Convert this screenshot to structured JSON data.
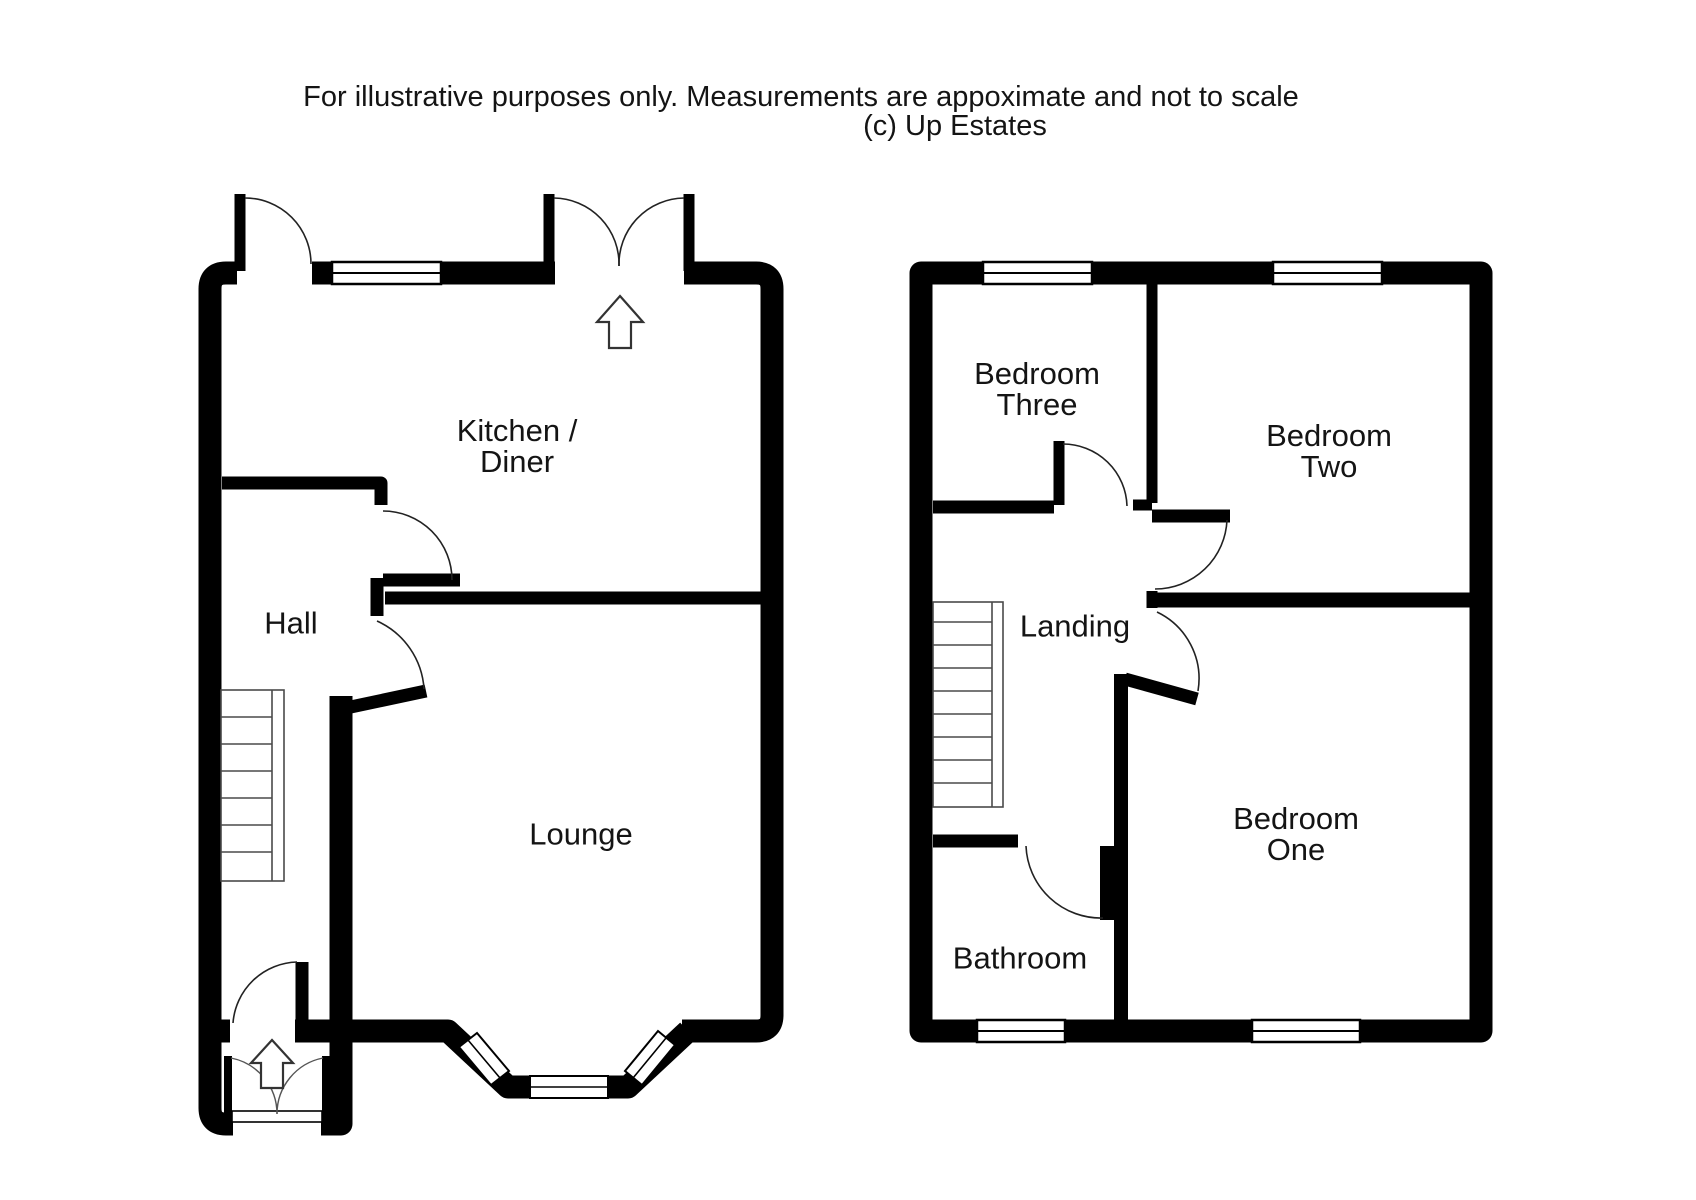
{
  "header": {
    "line1": "For illustrative purposes only. Measurements are appoximate and not to scale",
    "line2": "(c) Up Estates"
  },
  "floors": {
    "ground": {
      "rooms": {
        "kitchen_diner": {
          "lines": [
            "Kitchen /",
            "Diner"
          ]
        },
        "hall": {
          "lines": [
            "Hall"
          ]
        },
        "lounge": {
          "lines": [
            "Lounge"
          ]
        }
      },
      "features": [
        "front-entrance-arrow",
        "rear-entrance-arrow",
        "staircase",
        "bay-window"
      ]
    },
    "first": {
      "rooms": {
        "bedroom_three": {
          "lines": [
            "Bedroom",
            "Three"
          ]
        },
        "bedroom_two": {
          "lines": [
            "Bedroom",
            "Two"
          ]
        },
        "landing": {
          "lines": [
            "Landing"
          ]
        },
        "bathroom": {
          "lines": [
            "Bathroom"
          ]
        },
        "bedroom_one": {
          "lines": [
            "Bedroom",
            "One"
          ]
        }
      },
      "features": [
        "staircase"
      ]
    }
  },
  "colors": {
    "walls": "#000000",
    "text": "#141414",
    "background": "#ffffff",
    "stair_lines": "#4a4a4a"
  }
}
